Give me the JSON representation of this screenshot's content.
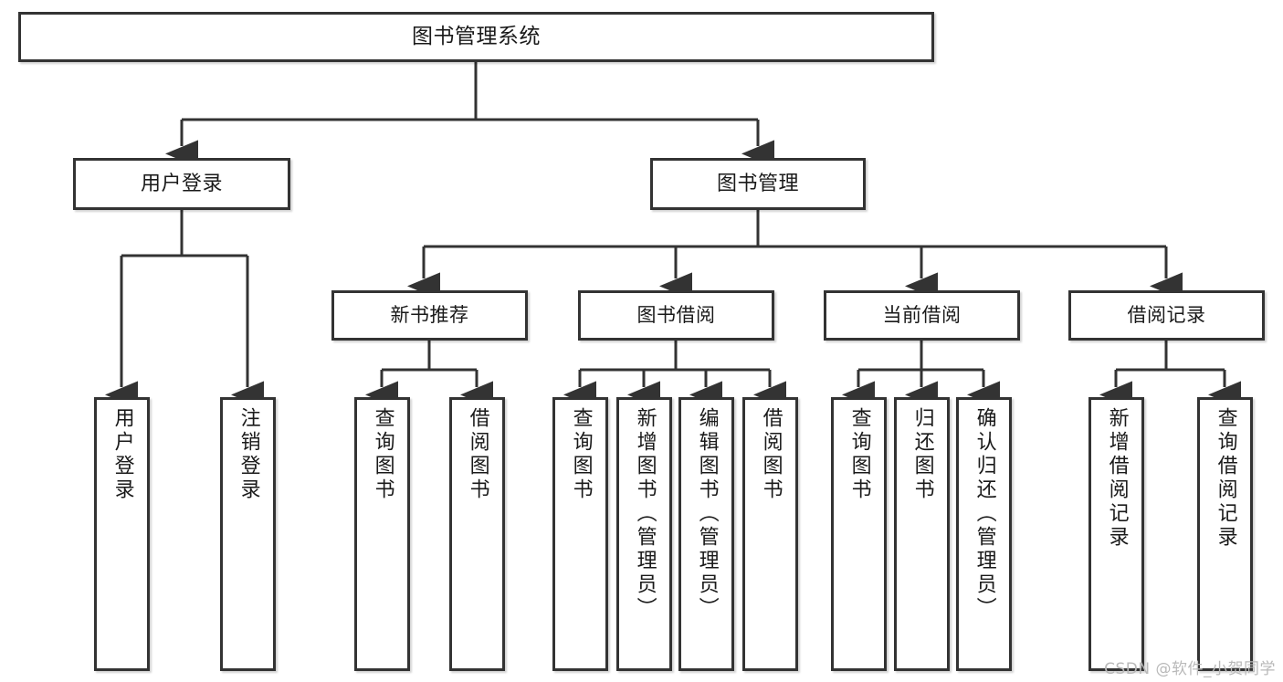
{
  "diagram": {
    "title": "图书管理系统",
    "type": "hierarchy-tree",
    "colors": {
      "background": "#ffffff",
      "box_border": "#333333",
      "box_fill": "#ffffff",
      "text": "#1a1a1a",
      "connector": "#333333",
      "watermark": "#b9b9b9"
    },
    "root": {
      "label": "图书管理系统"
    },
    "level2": [
      {
        "label": "用户登录"
      },
      {
        "label": "图书管理"
      }
    ],
    "level3": [
      {
        "label": "新书推荐"
      },
      {
        "label": "图书借阅"
      },
      {
        "label": "当前借阅"
      },
      {
        "label": "借阅记录"
      }
    ],
    "leaves": {
      "user_login": [
        {
          "label": "用户登录"
        },
        {
          "label": "注销登录"
        }
      ],
      "new_book_recommend": [
        {
          "label": "查询图书"
        },
        {
          "label": "借阅图书"
        }
      ],
      "book_borrow": [
        {
          "label": "查询图书"
        },
        {
          "label": "新增图书（管理员）"
        },
        {
          "label": "编辑图书（管理员）"
        },
        {
          "label": "借阅图书"
        }
      ],
      "current_borrow": [
        {
          "label": "查询图书"
        },
        {
          "label": "归还图书"
        },
        {
          "label": "确认归还（管理员）"
        }
      ],
      "borrow_record": [
        {
          "label": "新增借阅记录"
        },
        {
          "label": "查询借阅记录"
        }
      ]
    }
  },
  "watermark": {
    "text": "CSDN @软件_小贺同学"
  }
}
